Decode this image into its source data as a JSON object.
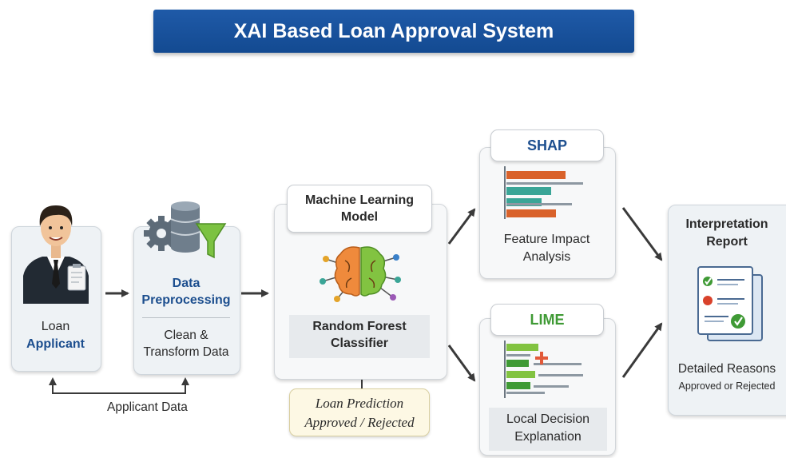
{
  "title": "XAI Based Loan Approval System",
  "applicant": {
    "line1": "Loan",
    "line2": "Applicant"
  },
  "preprocessing": {
    "title1": "Data",
    "title2": "Preprocessing",
    "desc1": "Clean &",
    "desc2": "Transform Data"
  },
  "feedback_label": "Applicant Data",
  "model": {
    "header1": "Machine Learning",
    "header2": "Model",
    "classifier1": "Random Forest",
    "classifier2": "Classifier"
  },
  "prediction": {
    "line1": "Loan Prediction",
    "line2": "Approved / Rejected"
  },
  "shap": {
    "title": "SHAP",
    "desc1": "Feature Impact",
    "desc2": "Analysis"
  },
  "lime": {
    "title": "LIME",
    "desc1": "Local Decision",
    "desc2": "Explanation"
  },
  "report": {
    "title1": "Interpretation",
    "title2": "Report",
    "desc1": "Detailed Reasons",
    "desc2": "Approved or Rejected"
  },
  "colors": {
    "banner": "#1f5aa8",
    "heading_blue": "#1d4f8f",
    "lime_green": "#3f9a35",
    "shap_orange": "#d9622b",
    "shap_teal": "#3aa597"
  }
}
